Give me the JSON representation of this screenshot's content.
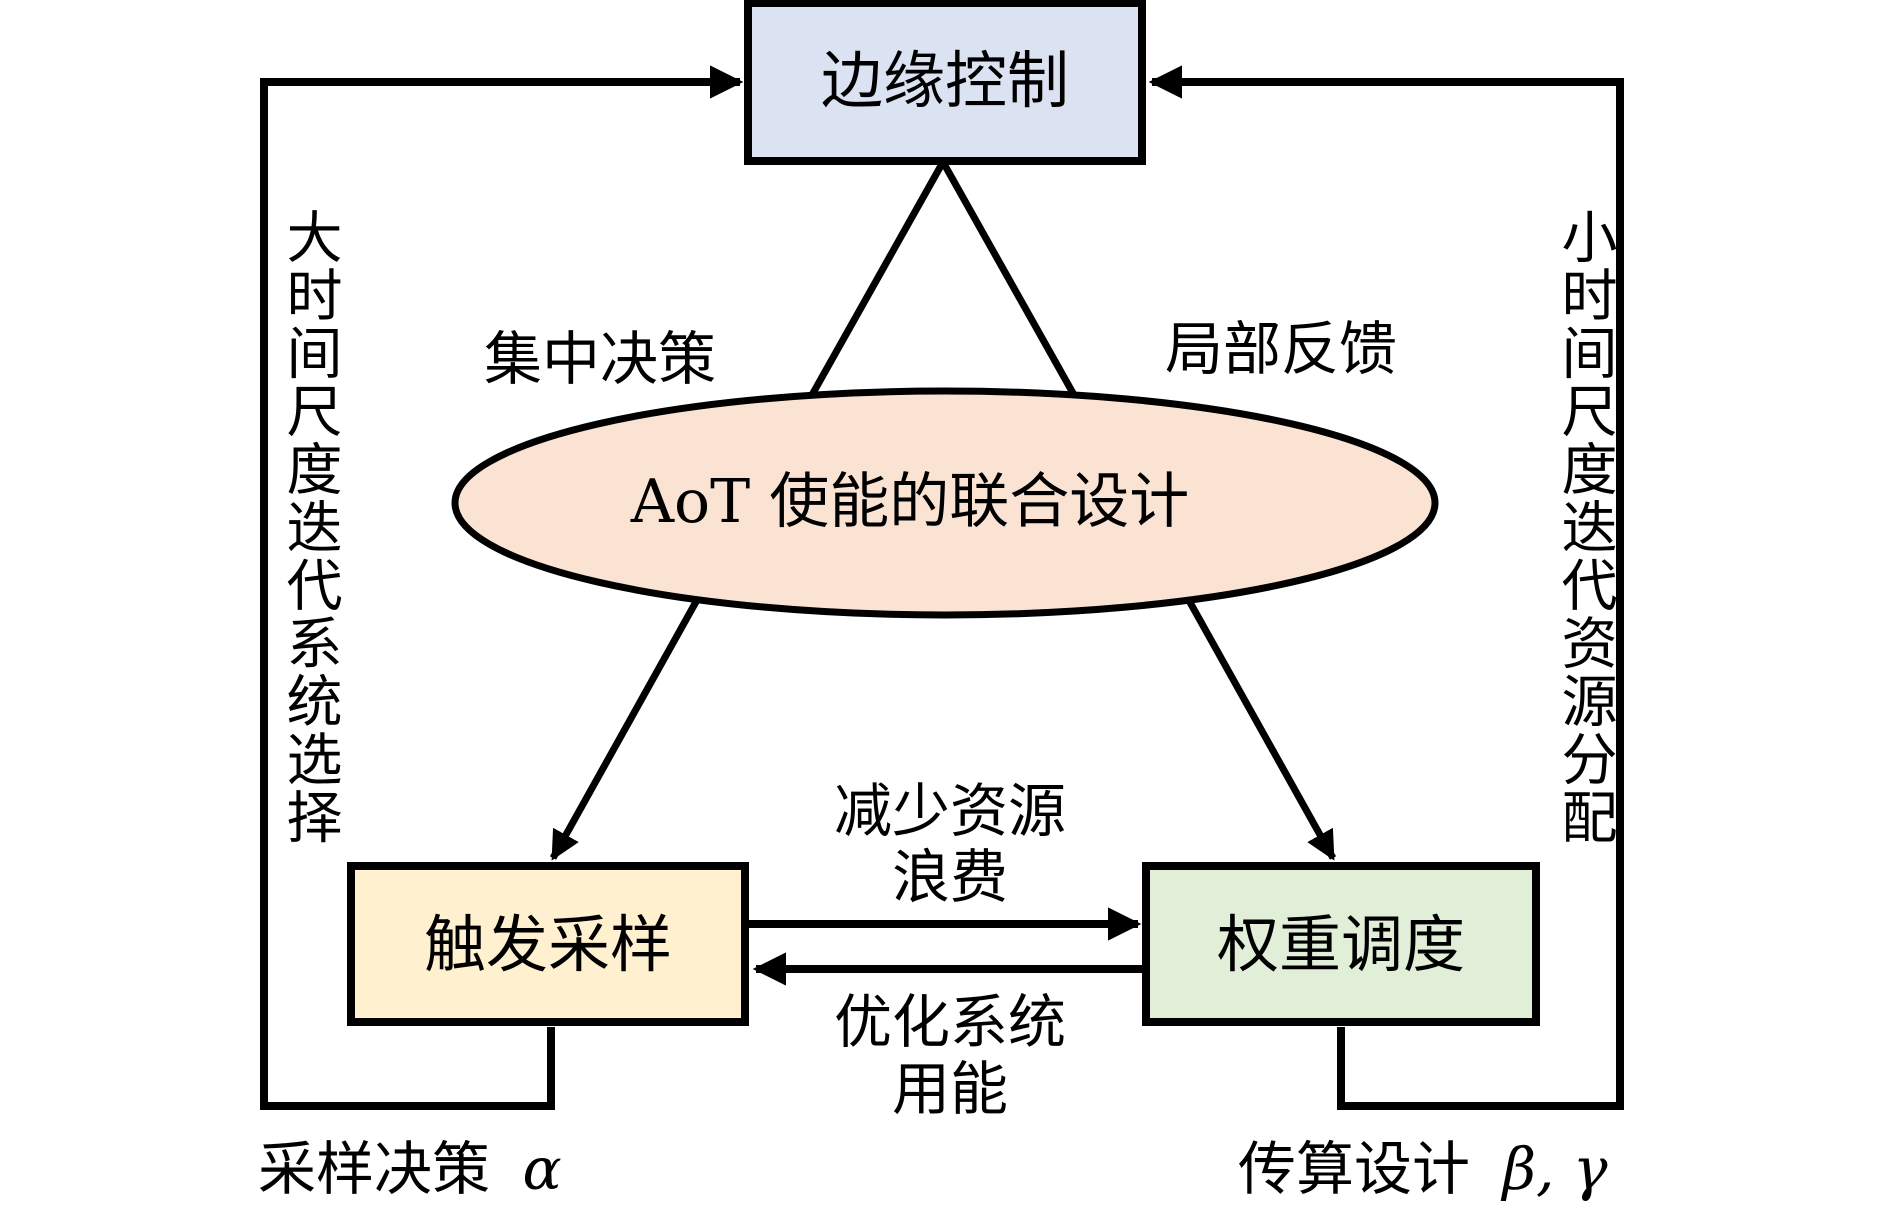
{
  "nodes": {
    "edge_control": {
      "label": "边缘控制",
      "fill": "#dbe2f2"
    },
    "joint_design": {
      "label": "AoT 使能的联合设计",
      "fill": "#fbe3d4"
    },
    "trigger_sampling": {
      "label": "触发采样",
      "fill": "#fff1cf"
    },
    "weight_scheduling": {
      "label": "权重调度",
      "fill": "#e1eed8"
    }
  },
  "edge_labels": {
    "centralized_decision": "集中决策",
    "local_feedback": "局部反馈",
    "reduce_waste_line1": "减少资源",
    "reduce_waste_line2": "浪费",
    "optimize_energy_line1": "优化系统",
    "optimize_energy_line2": "用能"
  },
  "loop_labels": {
    "left_vertical": "大时间尺度迭代系统选择",
    "right_vertical": "小时间尺度迭代资源分配",
    "left_bottom_text": "采样决策",
    "left_bottom_symbol": "α",
    "right_bottom_text": "传算设计",
    "right_bottom_symbol": "β, γ"
  },
  "colors": {
    "stroke": "#000000",
    "background": "#ffffff"
  }
}
